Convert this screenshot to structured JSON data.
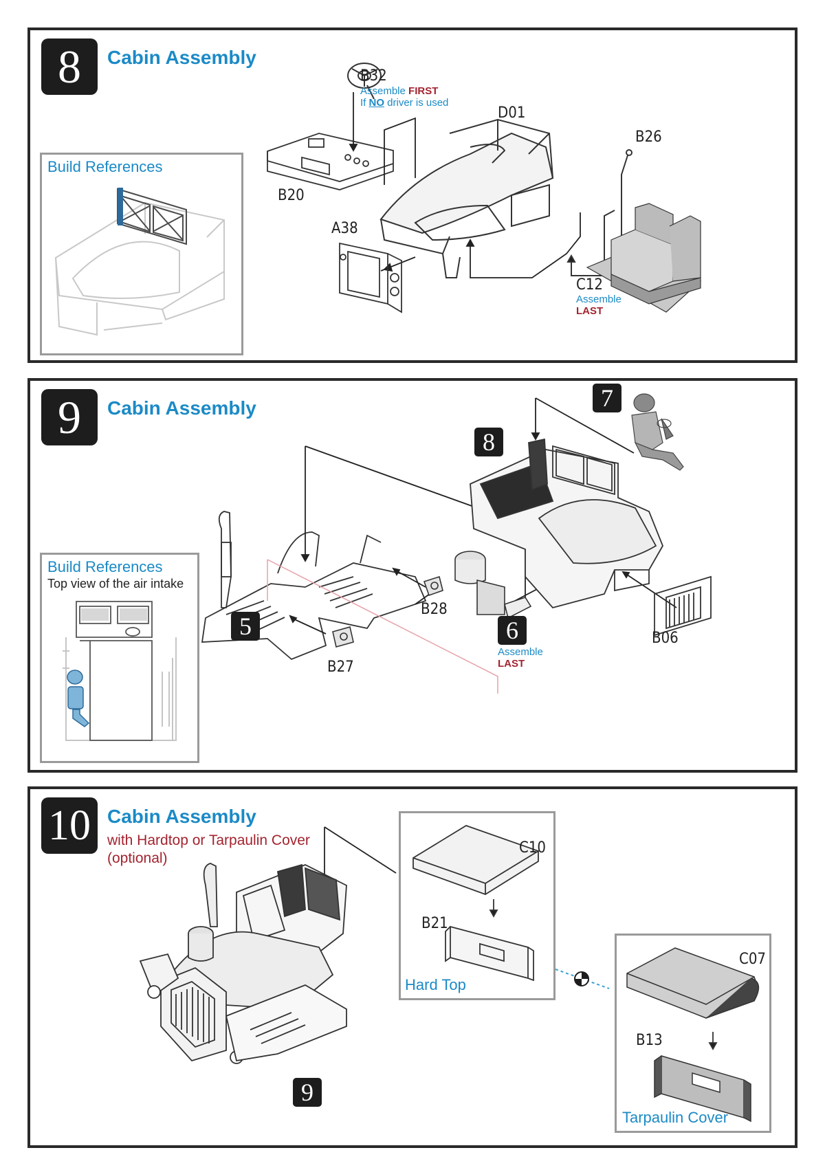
{
  "steps": [
    {
      "number": "8",
      "title": "Cabin Assembly",
      "build_ref_title": "Build References",
      "parts": {
        "b32": "B32",
        "b20": "B20",
        "d01": "D01",
        "b26": "B26",
        "a38": "A38",
        "c12": "C12"
      },
      "b32_note": {
        "line1_a": "Assemble ",
        "line1_b": "FIRST",
        "line2_a": "If ",
        "line2_b": "NO",
        "line2_c": " driver is used"
      },
      "c12_note": {
        "line1": "Assemble",
        "line2": "LAST"
      }
    },
    {
      "number": "9",
      "title": "Cabin Assembly",
      "build_ref_title": "Build References",
      "build_ref_sub": "Top view of the air intake",
      "badges": {
        "seven": "7",
        "eight": "8",
        "five": "5",
        "six": "6"
      },
      "parts": {
        "b28": "B28",
        "b27": "B27",
        "b06": "B06"
      },
      "six_note": {
        "line1": "Assemble",
        "line2": "LAST"
      }
    },
    {
      "number": "10",
      "title": "Cabin Assembly",
      "subtitle_line1": "with Hardtop or Tarpaulin Cover",
      "subtitle_line2": "(optional)",
      "badges": {
        "nine": "9"
      },
      "hardtop": {
        "label": "Hard Top",
        "top": "C10",
        "back": "B21"
      },
      "tarpaulin": {
        "label": "Tarpaulin Cover",
        "top": "C07",
        "back": "B13"
      }
    }
  ]
}
